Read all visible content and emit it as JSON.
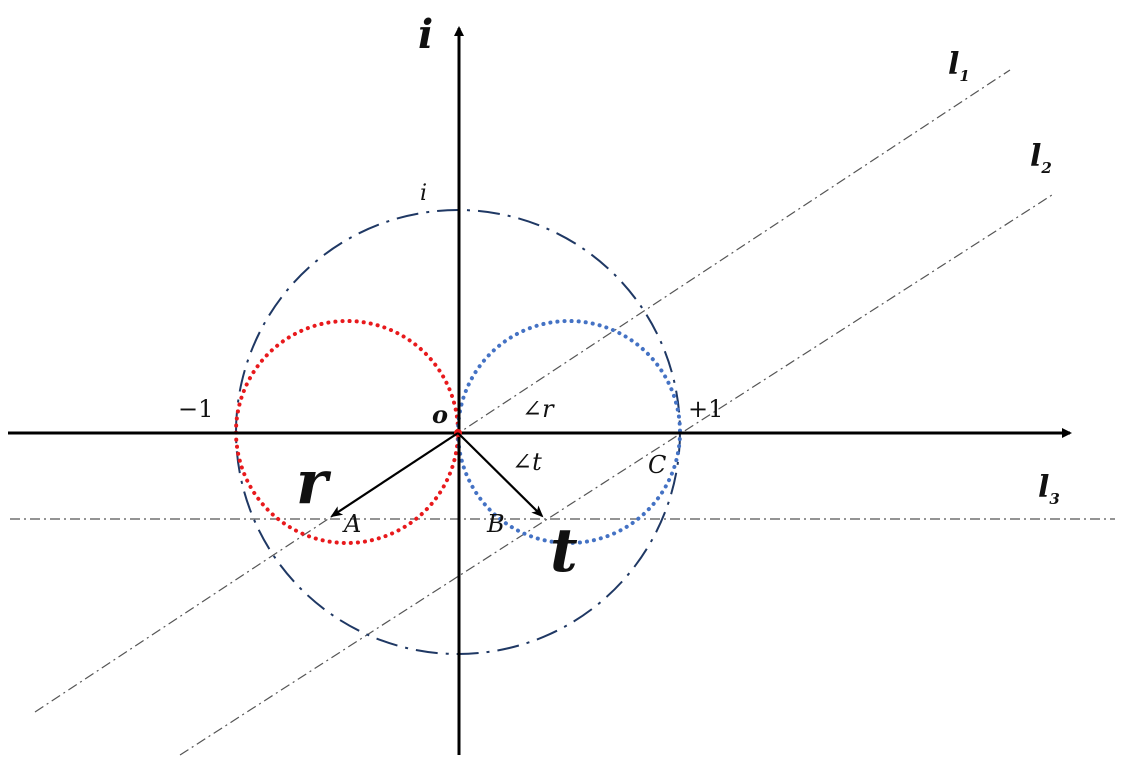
{
  "axes": {
    "imag_axis_label": "i",
    "origin_label": "o"
  },
  "points": {
    "unit_i": "i",
    "minus_one": "−1",
    "plus_one": "+1",
    "A": "A",
    "B": "B",
    "C": "C"
  },
  "vectors": {
    "r": "r",
    "t": "t"
  },
  "angles": {
    "angle_r": "∠r",
    "angle_t": "∠t"
  },
  "lines": {
    "l1": {
      "base": "l",
      "sub": "1"
    },
    "l2": {
      "base": "l",
      "sub": "2"
    },
    "l3": {
      "base": "l",
      "sub": "3"
    }
  },
  "colors": {
    "axis": "#000000",
    "unit_circle": "#1f3864",
    "red_circle": "#e8191c",
    "blue_circle": "#4472c4",
    "guide_lines": "#444444",
    "vector": "#000000"
  }
}
